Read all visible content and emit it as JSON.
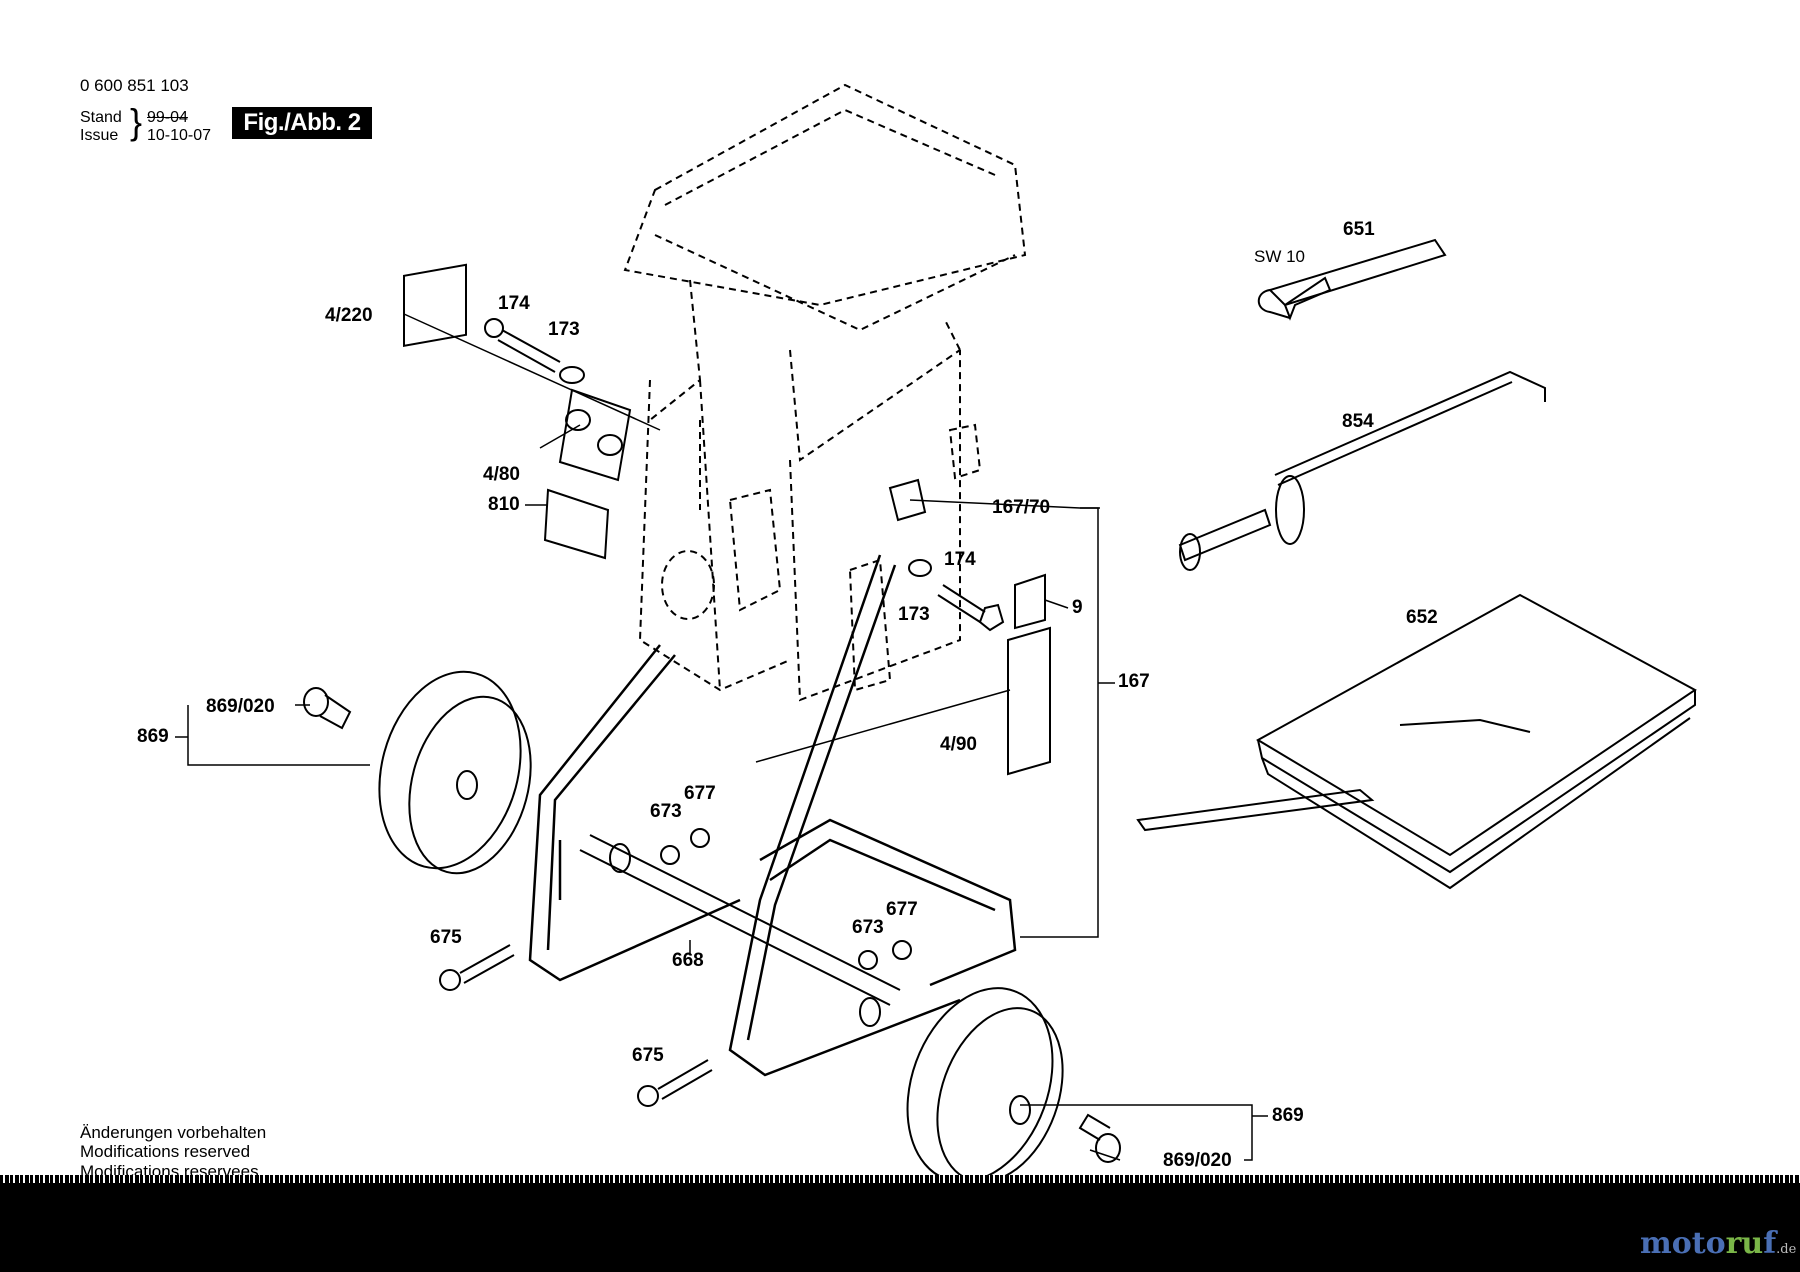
{
  "header": {
    "doc_number": "0 600 851 103",
    "stand_label": "Stand",
    "stand_value": "99-04",
    "issue_label": "Issue",
    "issue_value": "10-10-07",
    "figure_label": "Fig./Abb. 2"
  },
  "parts": {
    "p4_220": "4/220",
    "p174a": "174",
    "p173a": "173",
    "p4_80": "4/80",
    "p810": "810",
    "p167_70": "167/70",
    "p174b": "174",
    "p9": "9",
    "p173b": "173",
    "p167": "167",
    "p4_90": "4/90",
    "p869_020a": "869/020",
    "p869a": "869",
    "p677a": "677",
    "p673a": "673",
    "p675a": "675",
    "p668": "668",
    "p673b": "673",
    "p677b": "677",
    "p675b": "675",
    "p869b": "869",
    "p869_020b": "869/020",
    "p651": "651",
    "p_sw10": "SW 10",
    "p854": "854",
    "p652": "652"
  },
  "footer": {
    "line1": "Änderungen vorbehalten",
    "line2": "Modifications reserved",
    "line3": "Modifications reservees"
  },
  "watermark": {
    "part1": "moto",
    "part2": "ru",
    "part3": "f",
    "suffix": ".de"
  }
}
